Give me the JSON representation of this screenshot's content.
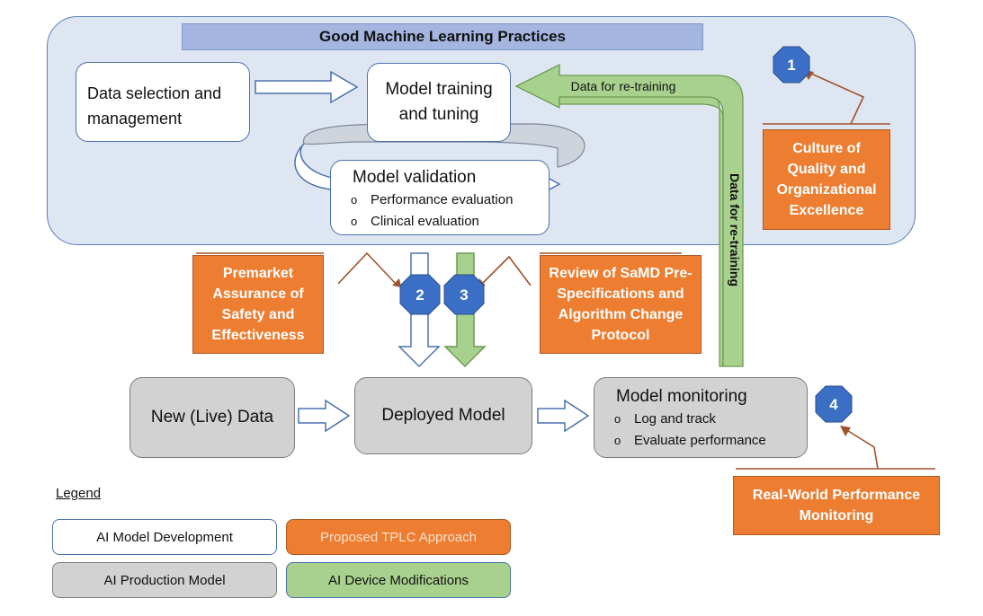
{
  "banner": "Good Machine Learning Practices",
  "boxes": {
    "data_selection": [
      "Data selection and",
      "management"
    ],
    "model_training": [
      "Model training",
      "and tuning"
    ],
    "model_validation": {
      "title": "Model validation",
      "items": [
        "Performance evaluation",
        "Clinical evaluation"
      ]
    },
    "new_data": "New (Live) Data",
    "deployed_model": "Deployed Model",
    "model_monitoring": {
      "title": "Model monitoring",
      "items": [
        "Log and track",
        "Evaluate performance"
      ]
    }
  },
  "callouts": {
    "culture": [
      "Culture of",
      "Quality and",
      "Organizational",
      "Excellence"
    ],
    "premarket": [
      "Premarket",
      "Assurance of",
      "Safety and",
      "Effectiveness"
    ],
    "review": [
      "Review of SaMD Pre-",
      "Specifications and",
      "Algorithm Change",
      "Protocol"
    ],
    "rwpm": [
      "Real-World Performance",
      "Monitoring"
    ]
  },
  "arrow_labels": {
    "retrain_horizontal": "Data for re-training",
    "retrain_vertical": "Data for re-training"
  },
  "badges": [
    "1",
    "2",
    "3",
    "4"
  ],
  "bullet_marker": "o",
  "legend": {
    "title": "Legend",
    "items": [
      "AI Model Development",
      "Proposed TPLC Approach",
      "AI Production Model",
      "AI Device Modifications"
    ]
  },
  "colors": {
    "panel_fill": "#dee6f2",
    "panel_border": "#5b7fb4",
    "banner_fill": "#a4b6e0",
    "orange": "#ed7d31",
    "green": "#a9d18e",
    "gray": "#d2d2d2",
    "badge": "#3b6fc5"
  }
}
